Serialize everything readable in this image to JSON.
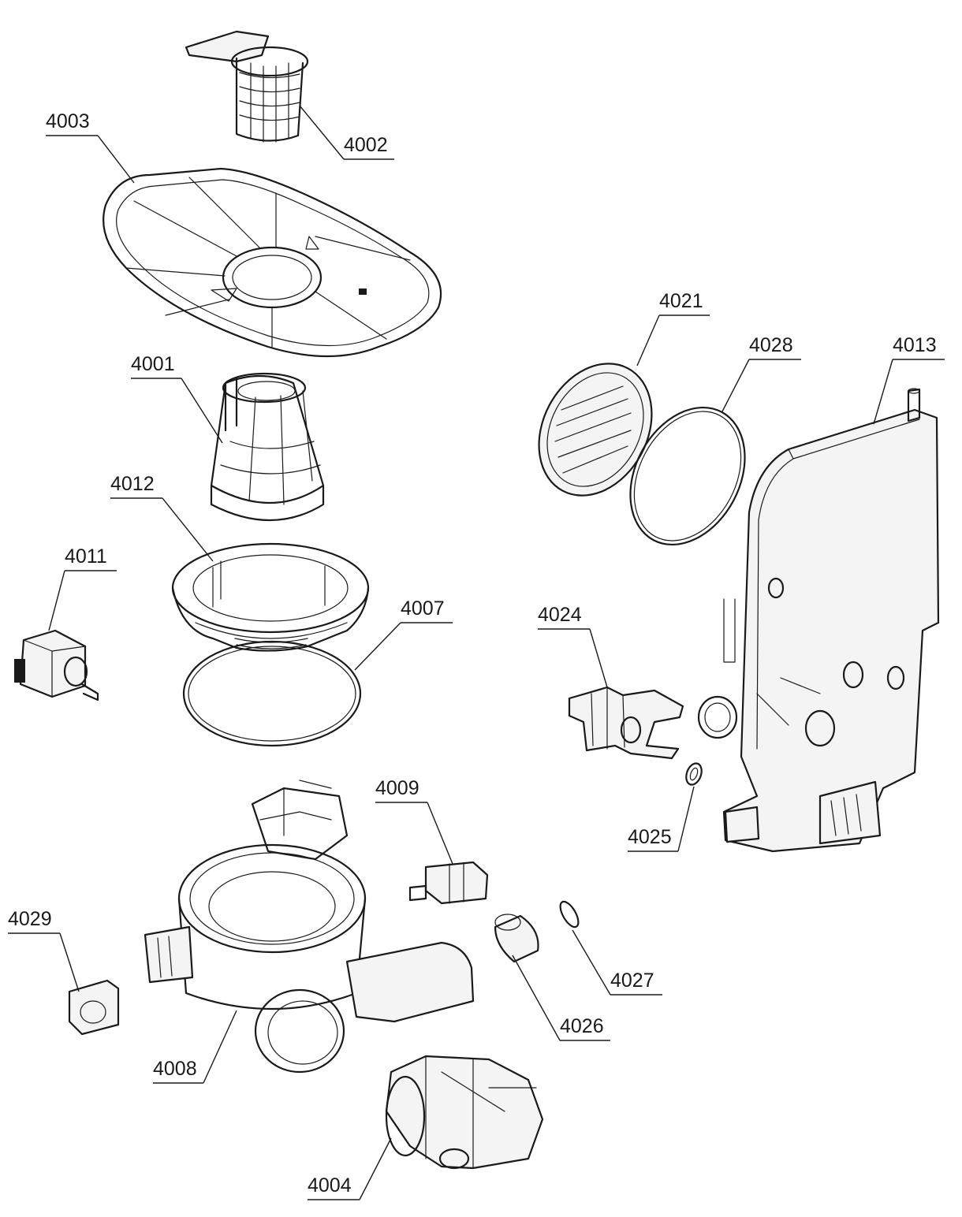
{
  "diagram": {
    "callouts": [
      {
        "id": "4003",
        "label": "4003"
      },
      {
        "id": "4002",
        "label": "4002"
      },
      {
        "id": "4001",
        "label": "4001"
      },
      {
        "id": "4012",
        "label": "4012"
      },
      {
        "id": "4011",
        "label": "4011"
      },
      {
        "id": "4007",
        "label": "4007"
      },
      {
        "id": "4021",
        "label": "4021"
      },
      {
        "id": "4028",
        "label": "4028"
      },
      {
        "id": "4013",
        "label": "4013"
      },
      {
        "id": "4024",
        "label": "4024"
      },
      {
        "id": "4025",
        "label": "4025"
      },
      {
        "id": "4009",
        "label": "4009"
      },
      {
        "id": "4029",
        "label": "4029"
      },
      {
        "id": "4027",
        "label": "4027"
      },
      {
        "id": "4026",
        "label": "4026"
      },
      {
        "id": "4008",
        "label": "4008"
      },
      {
        "id": "4004",
        "label": "4004"
      }
    ]
  },
  "colors": {
    "ink": "#1a1a1a",
    "background": "#ffffff"
  }
}
